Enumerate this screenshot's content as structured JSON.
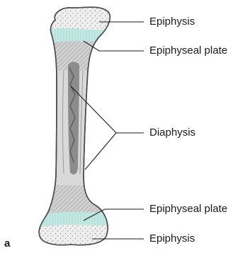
{
  "figure": {
    "panel_letter": "a",
    "labels": {
      "epiphysis_top": "Epiphysis",
      "epiphyseal_plate_top": "Epiphyseal plate",
      "diaphysis": "Diaphysis",
      "epiphyseal_plate_bottom": "Epiphyseal plate",
      "epiphysis_bottom": "Epiphysis"
    },
    "colors": {
      "bone_outline": "#4a4a4a",
      "bone_fill": "#d9d9d9",
      "epiphysis_fill": "#eeeeee",
      "plate_fill": "#bfe6e2",
      "marrow": "#8c8c8c",
      "leader_line": "#1a1a1a"
    }
  }
}
